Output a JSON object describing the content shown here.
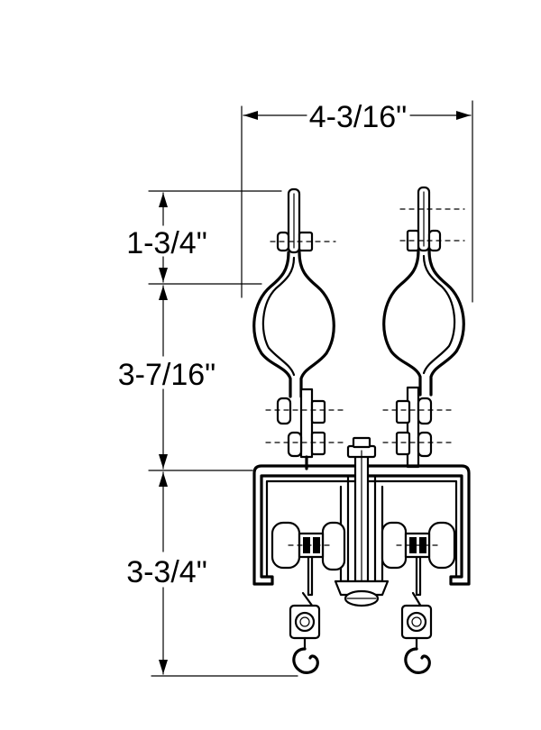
{
  "dimensions": {
    "width_label": "4-3/16\"",
    "top_label": "1-3/4\"",
    "middle_label": "3-7/16\"",
    "bottom_label": "3-3/4\""
  },
  "colors": {
    "ink": "#000000",
    "paper": "#ffffff"
  }
}
